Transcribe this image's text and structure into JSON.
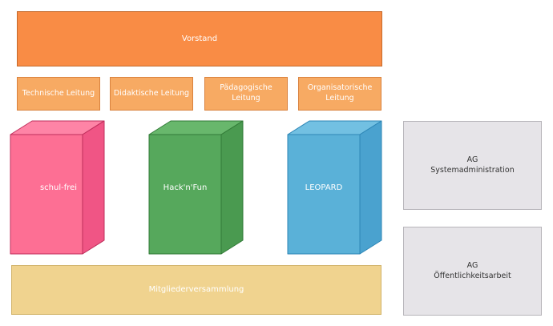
{
  "vorstand": "Vorstand",
  "leitungen": [
    {
      "label": "Technische Leitung"
    },
    {
      "label": "Didaktische Leitung"
    },
    {
      "label_lines": [
        "Pädagogische",
        "Leitung"
      ]
    },
    {
      "label_lines": [
        "Organisatorische",
        "Leitung"
      ]
    }
  ],
  "projects": [
    {
      "label": "schul-frei",
      "front": "#fd6f94",
      "side": "#f05585",
      "top": "#fe84a6",
      "stroke": "#bf2f5c"
    },
    {
      "label": "Hack'n'Fun",
      "front": "#56a85c",
      "side": "#4a9a50",
      "top": "#68b76c",
      "stroke": "#327a37"
    },
    {
      "label": "LEOPARD",
      "front": "#5ab1d8",
      "side": "#4aa2cf",
      "top": "#72c0e2",
      "stroke": "#2d86b6"
    }
  ],
  "ags": [
    {
      "lines": [
        "AG",
        "Systemadministration"
      ]
    },
    {
      "lines": [
        "AG",
        "Öffentlichkeitsarbeit"
      ]
    }
  ],
  "mitgliederversammlung": "Mitgliederversammlung"
}
